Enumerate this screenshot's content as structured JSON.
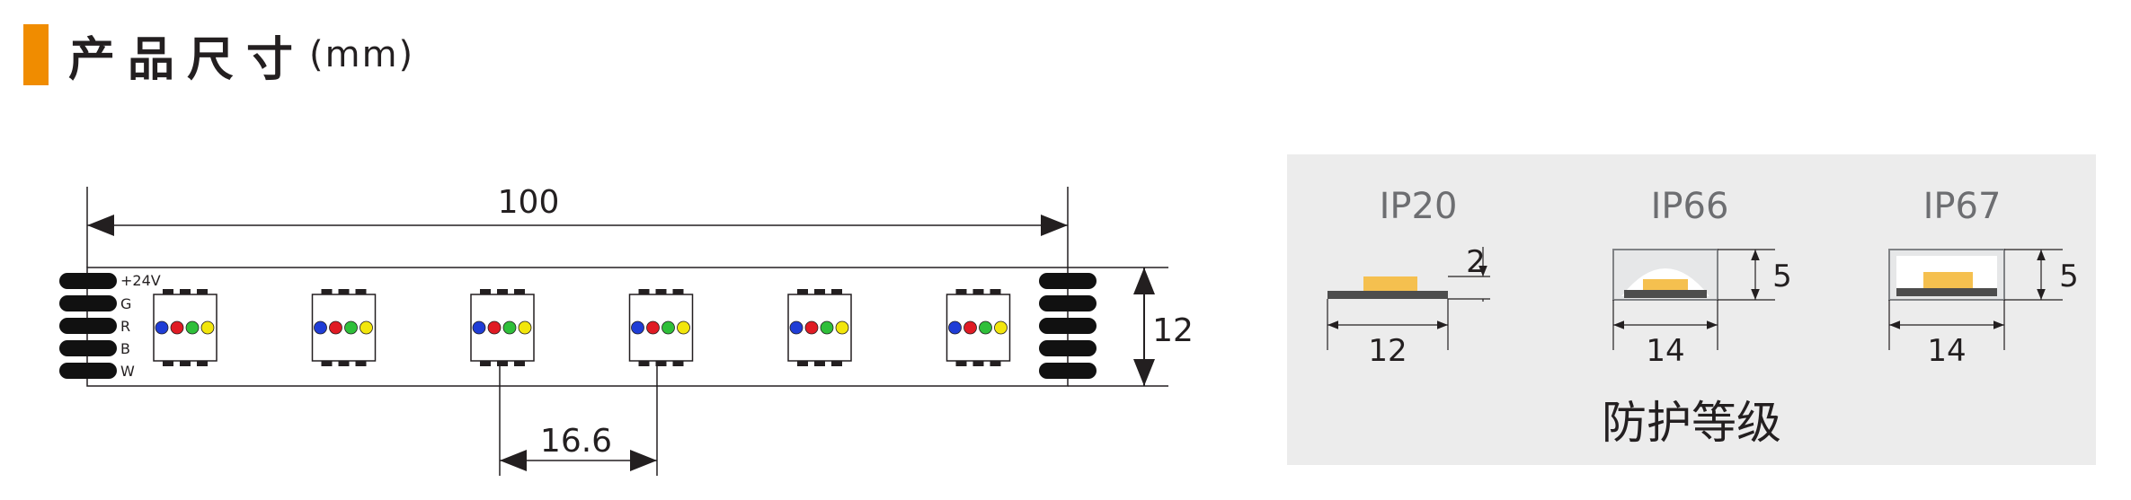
{
  "header": {
    "title": "产品尺寸",
    "unit": "(mm)"
  },
  "strip": {
    "length_label": "100",
    "width_label": "12",
    "pitch_label": "16.6",
    "pin_labels": [
      "+24V",
      "G",
      "R",
      "B",
      "W"
    ],
    "led_count": 6,
    "led_colors": [
      "#1f3dd6",
      "#e01b24",
      "#2fbf3a",
      "#f2e60c"
    ]
  },
  "ip_panel": {
    "items": [
      {
        "label": "IP20",
        "height_label": "2",
        "width_label": "12"
      },
      {
        "label": "IP66",
        "height_label": "5",
        "width_label": "14"
      },
      {
        "label": "IP67",
        "height_label": "5",
        "width_label": "14"
      }
    ],
    "caption": "防护等级",
    "background": "#ececec",
    "led_color": "#f5c04f"
  }
}
